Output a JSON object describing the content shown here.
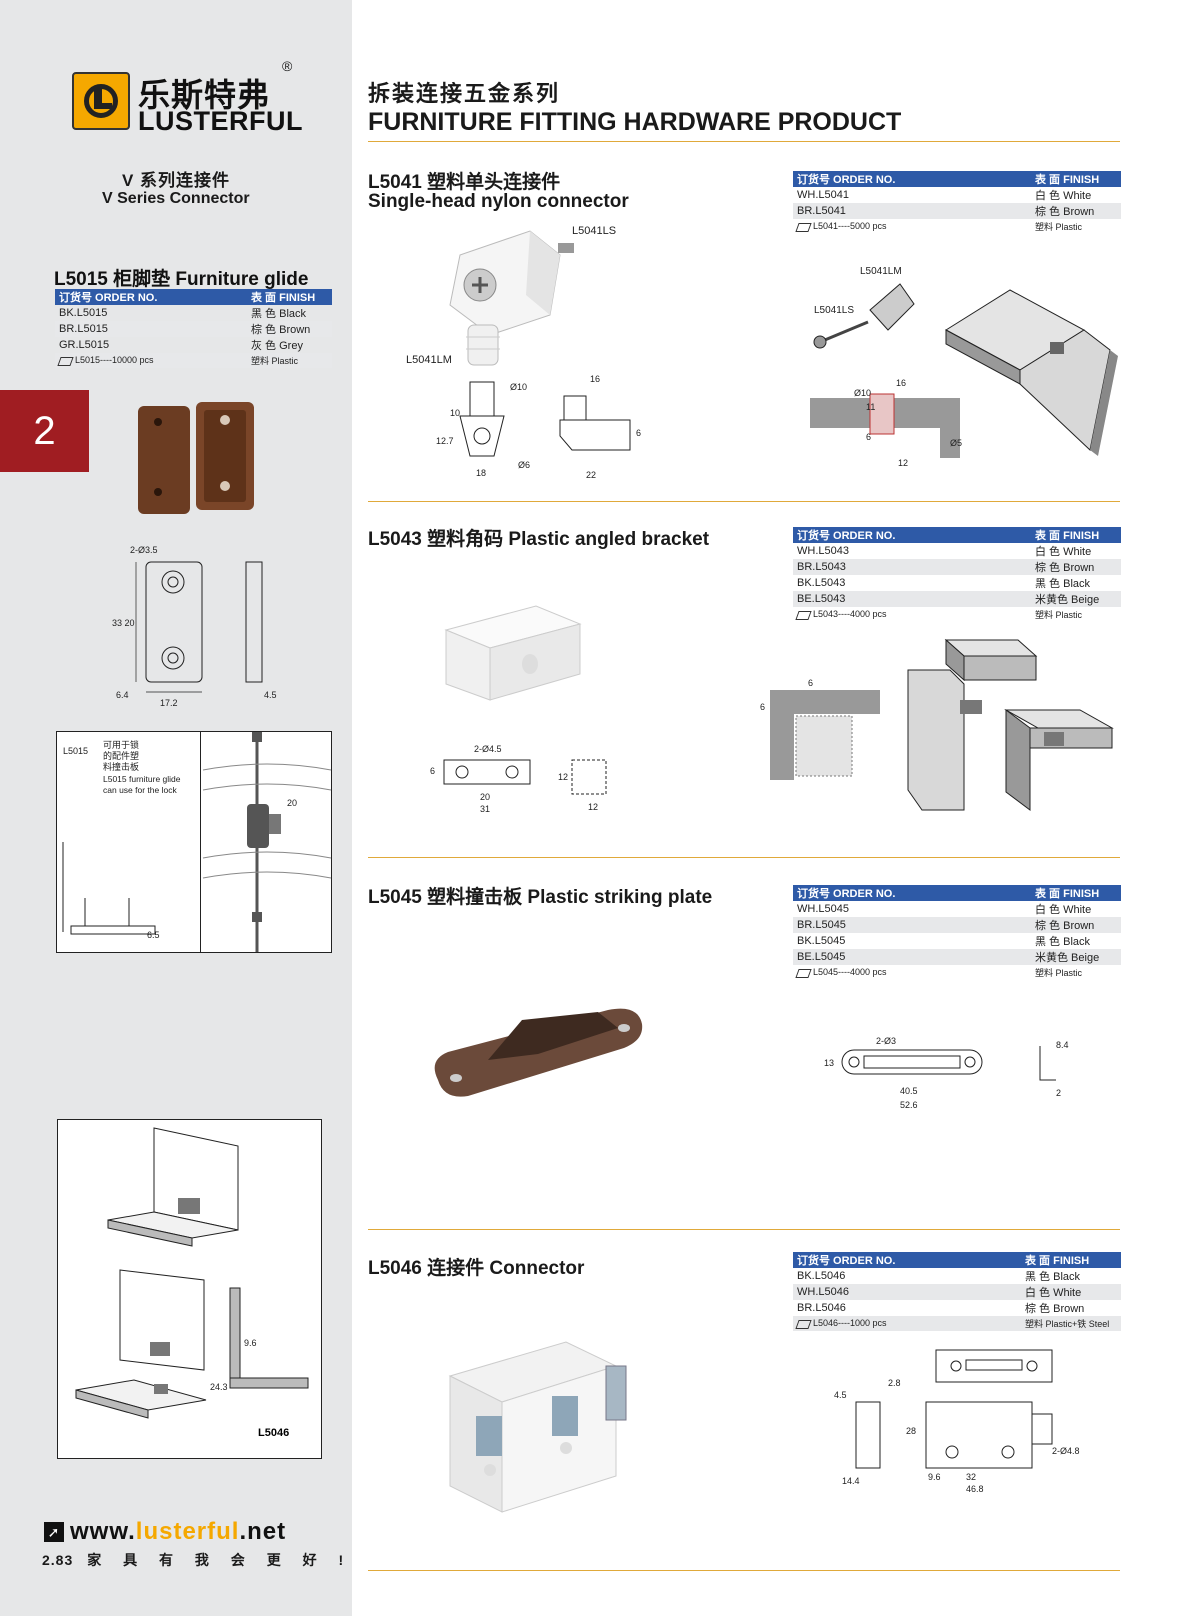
{
  "brand": {
    "name_cn": "乐斯特弗",
    "name_en": "LUSTERFUL",
    "registered": "®"
  },
  "series": {
    "name_cn": "V 系列连接件",
    "name_en": "V Series Connector"
  },
  "page_tab": "2",
  "header": {
    "title_cn": "拆装连接五金系列",
    "title_en": "FURNITURE FITTING HARDWARE PRODUCT"
  },
  "table_headers": {
    "order": "订货号 ORDER NO.",
    "finish": "表 面 FINISH"
  },
  "l5015": {
    "title": "L5015 柜脚垫 Furniture glide",
    "rows": [
      {
        "order": "BK.L5015",
        "finish": "黑 色 Black"
      },
      {
        "order": "BR.L5015",
        "finish": "棕 色 Brown"
      },
      {
        "order": "GR.L5015",
        "finish": "灰 色 Grey"
      }
    ],
    "pack": "L5015----10000 pcs",
    "material": "塑料 Plastic",
    "dims": {
      "holes": "2-Ø3.5",
      "h": "33 20",
      "w1": "6.4",
      "w2": "17.2",
      "t": "4.5",
      "hh": "20",
      "b": "6.5"
    },
    "note_code": "L5015",
    "note_cn1": "可用于锁",
    "note_cn2": "的配件塑",
    "note_cn3": "料撞击板",
    "note_en1": "L5015 furniture glide",
    "note_en2": "can use for the lock"
  },
  "l5041": {
    "name_cn": "L5041 塑料单头连接件",
    "name_en": "Single-head nylon connector",
    "rows": [
      {
        "order": "WH.L5041",
        "finish": "白 色 White"
      },
      {
        "order": "BR.L5041",
        "finish": "棕 色 Brown"
      }
    ],
    "pack": "L5041----5000 pcs",
    "material": "塑料 Plastic",
    "label_ls": "L5041LS",
    "label_lm": "L5041LM",
    "dims": {
      "d10": "Ø10",
      "d6": "Ø6",
      "d5": "Ø5",
      "h10": "10",
      "h127": "12.7",
      "w18": "18",
      "w16": "16",
      "w22": "22",
      "s6": "6",
      "s11": "11",
      "s12": "12"
    }
  },
  "l5043": {
    "title": "L5043 塑料角码 Plastic angled bracket",
    "rows": [
      {
        "order": "WH.L5043",
        "finish": "白 色 White"
      },
      {
        "order": "BR.L5043",
        "finish": "棕 色 Brown"
      },
      {
        "order": "BK.L5043",
        "finish": "黑 色 Black"
      },
      {
        "order": "BE.L5043",
        "finish": "米黄色 Beige"
      }
    ],
    "pack": "L5043----4000 pcs",
    "material": "塑料 Plastic",
    "dims": {
      "holes": "2-Ø4.5",
      "h": "6",
      "w20": "20",
      "w31": "31",
      "s12": "12",
      "s6": "6"
    }
  },
  "l5045": {
    "title": "L5045 塑料撞击板 Plastic striking plate",
    "rows": [
      {
        "order": "WH.L5045",
        "finish": "白 色 White"
      },
      {
        "order": "BR.L5045",
        "finish": "棕 色 Brown"
      },
      {
        "order": "BK.L5045",
        "finish": "黑 色 Black"
      },
      {
        "order": "BE.L5045",
        "finish": "米黄色 Beige"
      }
    ],
    "pack": "L5045----4000 pcs",
    "material": "塑料 Plastic",
    "dims": {
      "holes": "2-Ø3",
      "h": "13",
      "w1": "40.5",
      "w2": "52.6",
      "t": "8.4",
      "t2": "2"
    }
  },
  "l5046": {
    "title": "L5046 连接件 Connector",
    "rows": [
      {
        "order": "BK.L5046",
        "finish": "黑 色 Black"
      },
      {
        "order": "WH.L5046",
        "finish": "白 色 White"
      },
      {
        "order": "BR.L5046",
        "finish": "棕 色 Brown"
      }
    ],
    "pack": "L5046----1000 pcs",
    "material": "塑料 Plastic+铁 Steel",
    "code_label": "L5046",
    "dims": {
      "a": "4.5",
      "b": "2.8",
      "h": "28",
      "w1": "14.4",
      "w2": "9.6",
      "w3": "32",
      "w4": "46.8",
      "holes": "2-Ø4.8",
      "s1": "9.6",
      "s2": "24.3"
    }
  },
  "footer": {
    "url_pre": "www.",
    "url_hl": "lusterful",
    "url_post": ".net",
    "page_no": "2.83",
    "slogan": "家 具 有 我 会 更 好 !"
  },
  "colors": {
    "accent": "#f5a800",
    "header_blue": "#2e5aa7",
    "tab_red": "#a01d22",
    "sidebar": "#e6e7e8"
  }
}
